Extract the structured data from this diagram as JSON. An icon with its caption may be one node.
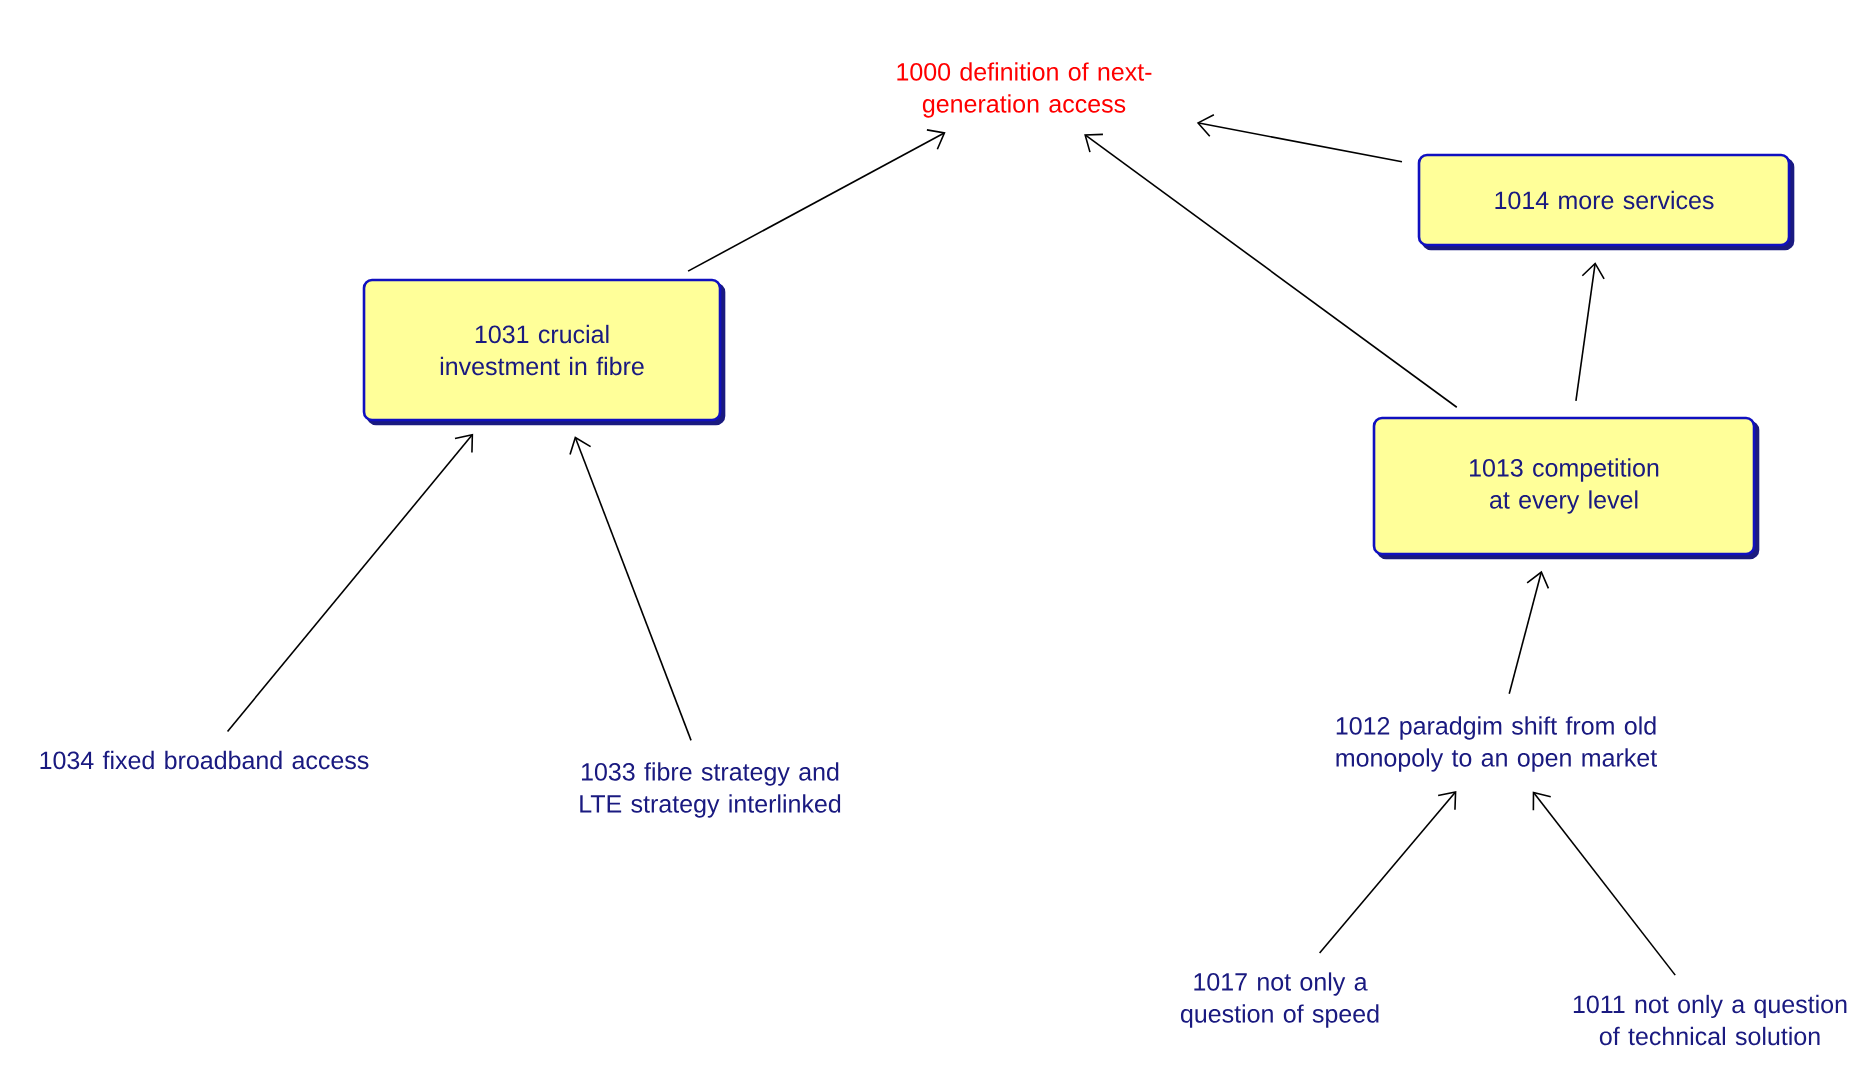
{
  "diagram": {
    "nodes": [
      {
        "text": [
          "1000 definition of next-generation access"
        ]
      },
      {
        "text": [
          "1031 crucial investment in fibre"
        ]
      },
      {
        "text": [
          "1014 more services"
        ]
      },
      {
        "text": [
          "1013 competition at every level"
        ]
      },
      {
        "text": [
          "1034 fixed broadband access"
        ]
      },
      {
        "text": [
          "1033 fibre strategy and LTE strategy interlinked"
        ]
      },
      {
        "text": [
          "1012 paradgim shift from old monopoly to an open market"
        ]
      },
      {
        "text": [
          "1017 not only a question of speed"
        ]
      },
      {
        "text": [
          "1011 not only a question of technical solution"
        ]
      }
    ],
    "edges": [
      {
        "from": 1,
        "to": 0,
        "arrow": "to"
      },
      {
        "from": 2,
        "to": 0,
        "arrow": "to"
      },
      {
        "from": 3,
        "to": 0,
        "arrow": "to"
      },
      {
        "from": 3,
        "to": 2,
        "arrow": "to"
      },
      {
        "from": 4,
        "to": 1,
        "arrow": "to"
      },
      {
        "from": 5,
        "to": 1,
        "arrow": "to"
      },
      {
        "from": 6,
        "to": 3,
        "arrow": "to"
      },
      {
        "from": 7,
        "to": 6,
        "arrow": "to"
      },
      {
        "from": 8,
        "to": 6,
        "arrow": "to"
      }
    ]
  }
}
